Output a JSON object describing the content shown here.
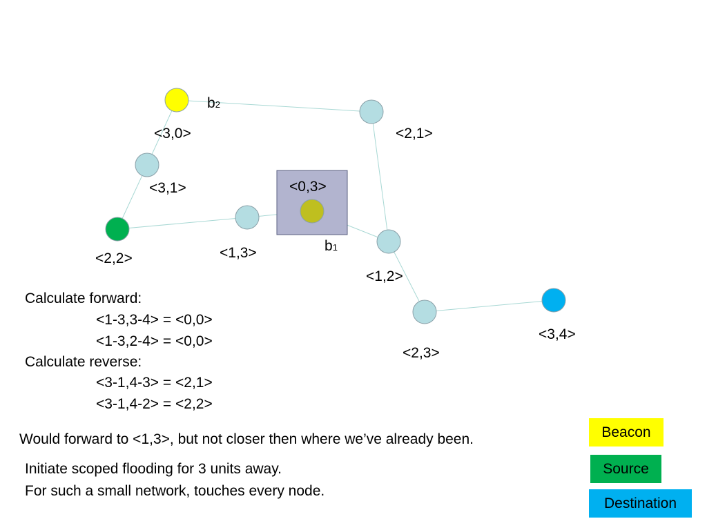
{
  "colors": {
    "node": "#b4dde2",
    "beacon": "#ffff00",
    "source": "#00b050",
    "destination": "#00b0f0",
    "olive": "#bfbf1f",
    "edge": "#a8d8d4",
    "highlight": "#b2b4cf"
  },
  "nodes": [
    {
      "id": "n30",
      "label": "<3,0>",
      "role": "beacon",
      "sub": "b",
      "sub_idx": "2"
    },
    {
      "id": "n21",
      "label": "<2,1>",
      "role": "node"
    },
    {
      "id": "n31",
      "label": "<3,1>",
      "role": "node"
    },
    {
      "id": "n03",
      "label": "<0,3>",
      "role": "current",
      "sub": "b",
      "sub_idx": "1"
    },
    {
      "id": "n22",
      "label": "<2,2>",
      "role": "source"
    },
    {
      "id": "n13",
      "label": "<1,3>",
      "role": "node"
    },
    {
      "id": "n12",
      "label": "<1,2>",
      "role": "node"
    },
    {
      "id": "n23",
      "label": "<2,3>",
      "role": "node"
    },
    {
      "id": "n34",
      "label": "<3,4>",
      "role": "destination"
    }
  ],
  "edges": [
    [
      "n30",
      "n21"
    ],
    [
      "n21",
      "n12"
    ],
    [
      "n30",
      "n31"
    ],
    [
      "n31",
      "n22"
    ],
    [
      "n22",
      "n13"
    ],
    [
      "n13",
      "n03"
    ],
    [
      "n03",
      "n12"
    ],
    [
      "n12",
      "n23"
    ],
    [
      "n23",
      "n34"
    ]
  ],
  "calc": {
    "forward_title": "Calculate forward:",
    "forward_lines": [
      "<1-3,3-4> = <0,0>",
      "<1-3,2-4> = <0,0>"
    ],
    "reverse_title": "Calculate reverse:",
    "reverse_lines": [
      "<3-1,4-3> = <2,1>",
      "<3-1,4-2> = <2,2>"
    ]
  },
  "notes": {
    "forward_note": "Would forward to <1,3>, but not closer then where we’ve already been.",
    "flood_line1": "Initiate scoped flooding for 3 units away.",
    "flood_line2": "For such a small network, touches every node."
  },
  "legend": {
    "beacon": "Beacon",
    "source": "Source",
    "destination": "Destination"
  }
}
